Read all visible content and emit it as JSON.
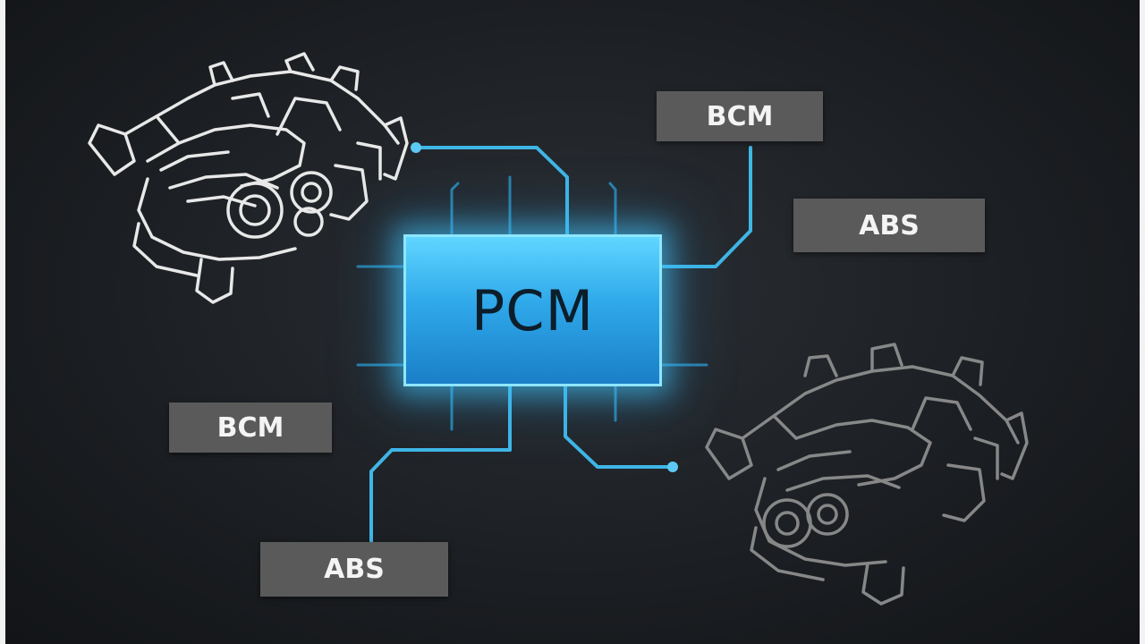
{
  "diagram": {
    "center_module": "PCM",
    "modules": {
      "bcm_top": "BCM",
      "abs_right": "ABS",
      "bcm_left": "BCM",
      "abs_bottom": "ABS"
    },
    "colors": {
      "background": "#1c1f23",
      "wire": "#3fb6e6",
      "chip": "#2fa8ea",
      "label_box": "#5a5a5a"
    },
    "icons": [
      "engine-outline-icon",
      "engine-outline-icon"
    ]
  }
}
